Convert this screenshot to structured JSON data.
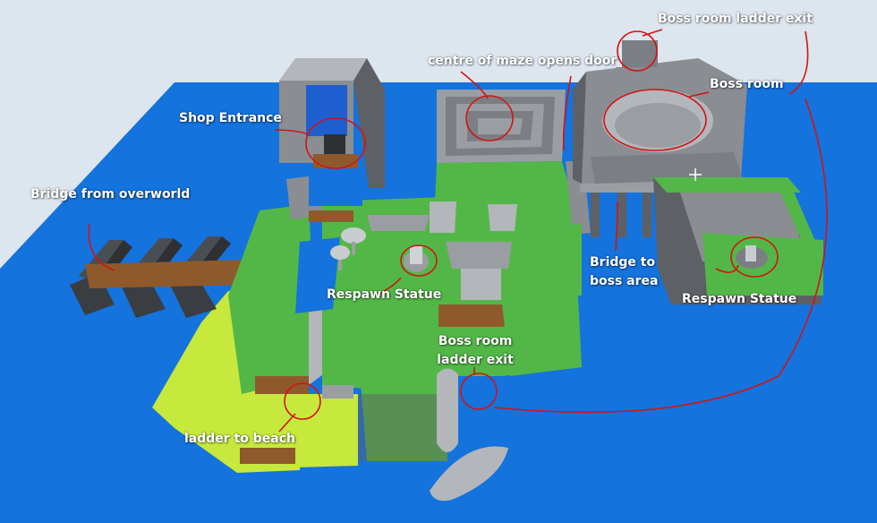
{
  "colors": {
    "sky": "#dde5ee",
    "water": "#1473dc",
    "grass": "#53b748",
    "sand": "#c7e83c",
    "stone": "#8a8d92",
    "stone_dark": "#5d6065",
    "stone_light": "#b3b6ba",
    "wood": "#8e5a2b",
    "annotation": "#d11414"
  },
  "annotations": {
    "boss_ladder_exit_top": "Boss room ladder exit",
    "maze_door": "centre of maze opens door",
    "boss_room": "Boss room",
    "shop_entrance": "Shop Entrance",
    "bridge_overworld": "Bridge from overworld",
    "respawn_statue_left": "Respawn Statue",
    "bridge_boss_area_1": "Bridge to",
    "bridge_boss_area_2": "boss area",
    "respawn_statue_right": "Respawn Statue",
    "boss_ladder_exit_1": "Boss room",
    "boss_ladder_exit_2": "ladder exit",
    "ladder_to_beach": "ladder to beach"
  }
}
